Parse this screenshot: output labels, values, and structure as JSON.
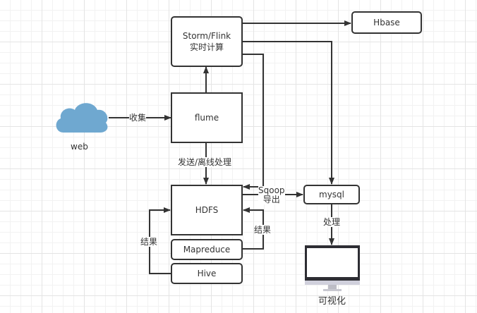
{
  "nodes": {
    "web": {
      "label": "web",
      "icon": "cloud-icon"
    },
    "flume": {
      "label": "flume"
    },
    "storm": {
      "line1": "Storm/Flink",
      "line2": "实时计算"
    },
    "hbase": {
      "label": "Hbase"
    },
    "hdfs": {
      "label": "HDFS"
    },
    "mapreduce": {
      "label": "Mapreduce"
    },
    "hive": {
      "label": "Hive"
    },
    "mysql": {
      "label": "mysql"
    },
    "visual": {
      "label": "可视化",
      "icon": "monitor-icon"
    }
  },
  "edges": {
    "collect": "收集",
    "send_offline": "发送/离线处理",
    "sqoop_line1": "Sqoop",
    "sqoop_line2": "导出",
    "process": "处理",
    "result_left": "结果",
    "result_right": "结果"
  },
  "colors": {
    "cloud": "#6fa8d0",
    "stroke": "#333333",
    "monitor_frame": "#2d2d33",
    "monitor_stand": "#c8c8d4"
  }
}
